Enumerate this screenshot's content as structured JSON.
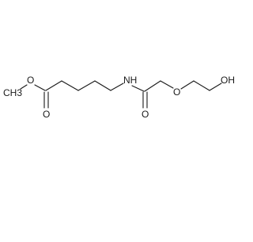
{
  "molecule": {
    "atom_labels": {
      "methyl": "CH3",
      "ester_o": "O",
      "carbonyl_o_ester": "O",
      "amide_n": "NH",
      "carbonyl_o_amide": "O",
      "ether_o": "O",
      "hydroxyl": "OH"
    }
  },
  "colors": {
    "bond": "#1a1a1a",
    "background": "#ffffff"
  }
}
